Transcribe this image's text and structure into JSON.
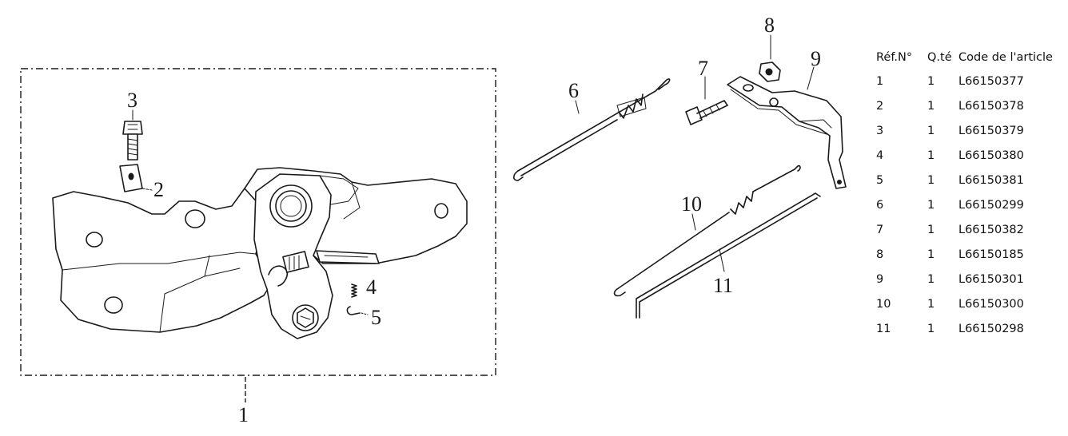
{
  "diagram": {
    "callouts": [
      "1",
      "2",
      "3",
      "4",
      "5",
      "6",
      "7",
      "8",
      "9",
      "10",
      "11"
    ]
  },
  "table": {
    "headers": [
      "Réf.N°",
      "Q.té",
      "Code de l'article"
    ],
    "rows": [
      [
        "1",
        "1",
        "L66150377"
      ],
      [
        "2",
        "1",
        "L66150378"
      ],
      [
        "3",
        "1",
        "L66150379"
      ],
      [
        "4",
        "1",
        "L66150380"
      ],
      [
        "5",
        "1",
        "L66150381"
      ],
      [
        "6",
        "1",
        "L66150299"
      ],
      [
        "7",
        "1",
        "L66150382"
      ],
      [
        "8",
        "1",
        "L66150185"
      ],
      [
        "9",
        "1",
        "L66150301"
      ],
      [
        "10",
        "1",
        "L66150300"
      ],
      [
        "11",
        "1",
        "L66150298"
      ]
    ]
  }
}
